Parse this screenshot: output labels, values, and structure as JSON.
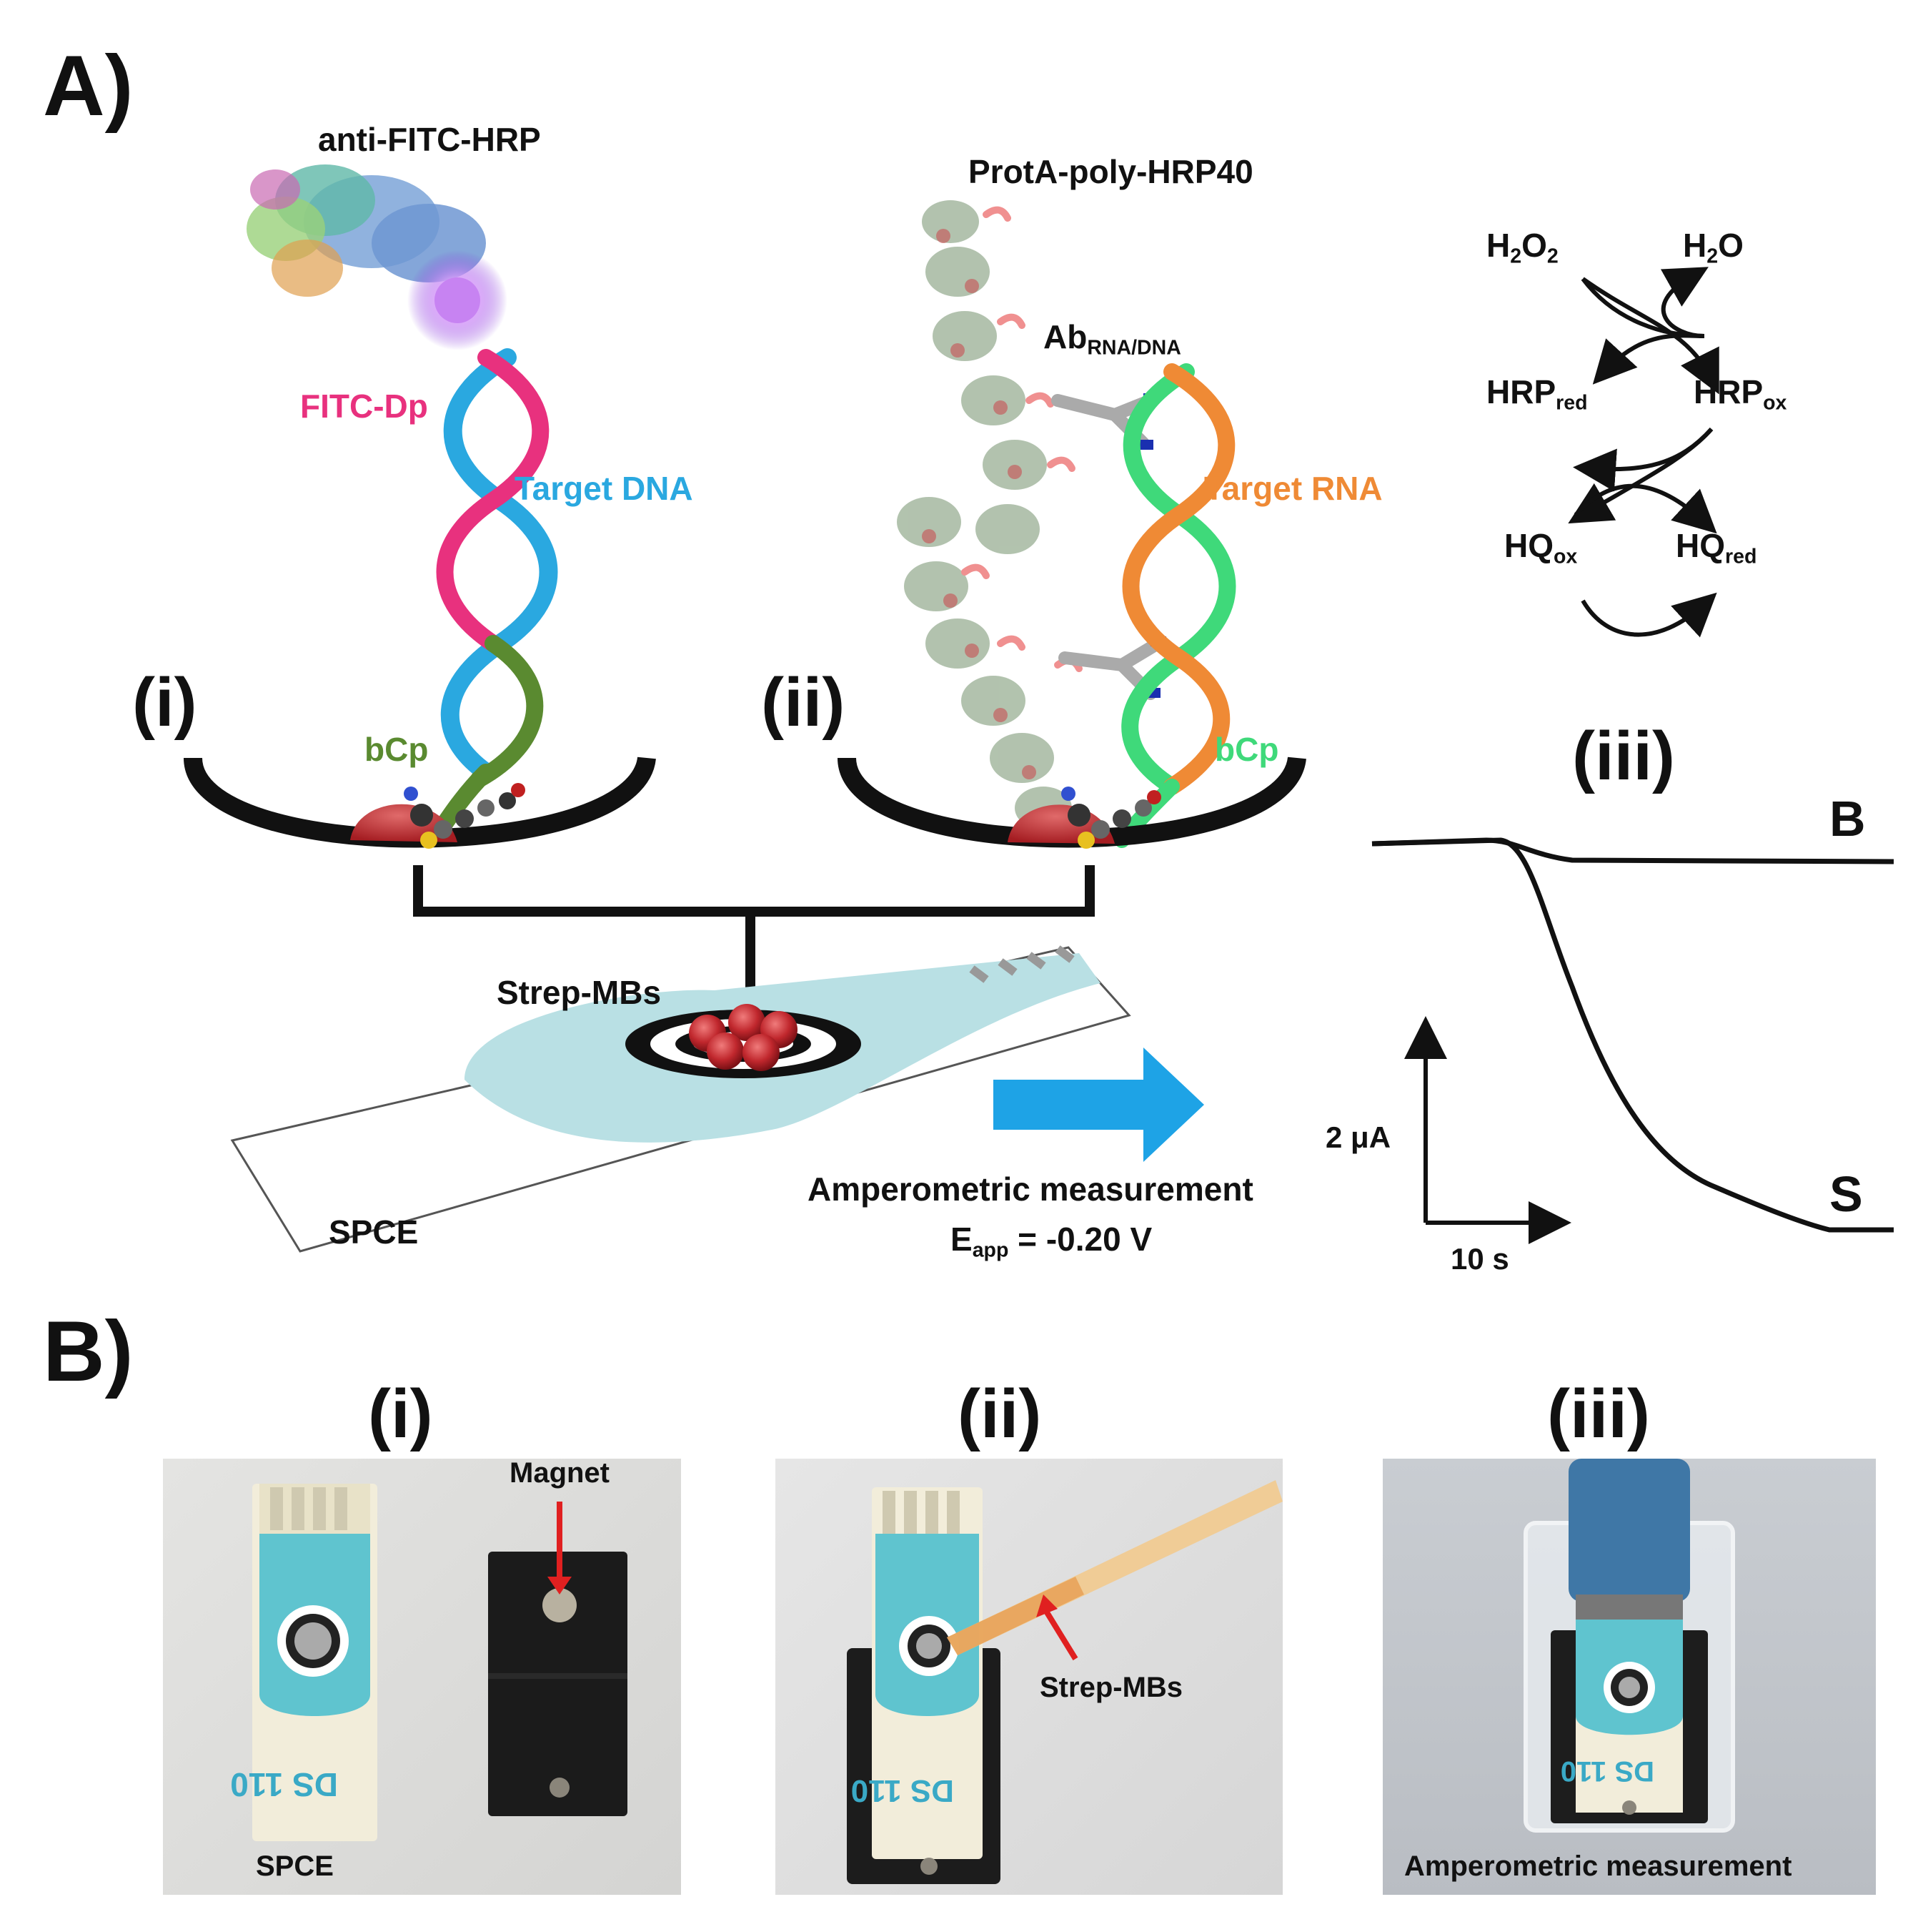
{
  "panel_a": {
    "label": "A)",
    "i_label": "(i)",
    "ii_label": "(ii)",
    "iii_label": "(iii)",
    "anti_fitc_hrp": "anti-FITC-HRP",
    "fitc_dp": "FITC-Dp",
    "target_dna": "Target DNA",
    "bcp_i": "bCp",
    "protA": "ProtA-poly-HRP40",
    "ab_main": "Ab",
    "ab_sub": "RNA/DNA",
    "target_rna": "Target RNA",
    "bcp_ii": "bCp",
    "strep_mbs": "Strep-MBs",
    "spce": "SPCE",
    "amperometric": "Amperometric measurement",
    "eapp_main": "E",
    "eapp_sub": "app",
    "eapp_value": " = -0.20 V",
    "scheme": {
      "h2o2_a": "H",
      "h2o2_b": "2",
      "h2o2_c": "O",
      "h2o2_d": "2",
      "h2o_a": "H",
      "h2o_b": "2",
      "h2o_c": "O",
      "hrp_red": "HRP",
      "hrp_red_sub": "red",
      "hrp_ox": "HRP",
      "hrp_ox_sub": "ox",
      "hq_ox": "HQ",
      "hq_ox_sub": "ox",
      "hq_red": "HQ",
      "hq_red_sub": "red"
    },
    "trace": {
      "blank_label": "B",
      "signal_label": "S",
      "y_scale": "2 μA",
      "x_scale": "10 s"
    }
  },
  "panel_b": {
    "label": "B)",
    "i_label": "(i)",
    "ii_label": "(ii)",
    "iii_label": "(iii)",
    "magnet": "Magnet",
    "spce": "SPCE",
    "strep_mbs": "Strep-MBs",
    "amperometric": "Amperometric measurement",
    "chip_print": "DS 110"
  },
  "colors": {
    "fitc": "#e8317e",
    "target_dna": "#2aa8e0",
    "bcp_i": "#5a8a30",
    "target_rna": "#ef8a35",
    "bcp_ii": "#3fd97a",
    "arrow_blue": "#1ea3e6",
    "red_arrow": "#e02020",
    "spce_teal": "#7fc4c9",
    "bead_red": "#c0272d"
  }
}
